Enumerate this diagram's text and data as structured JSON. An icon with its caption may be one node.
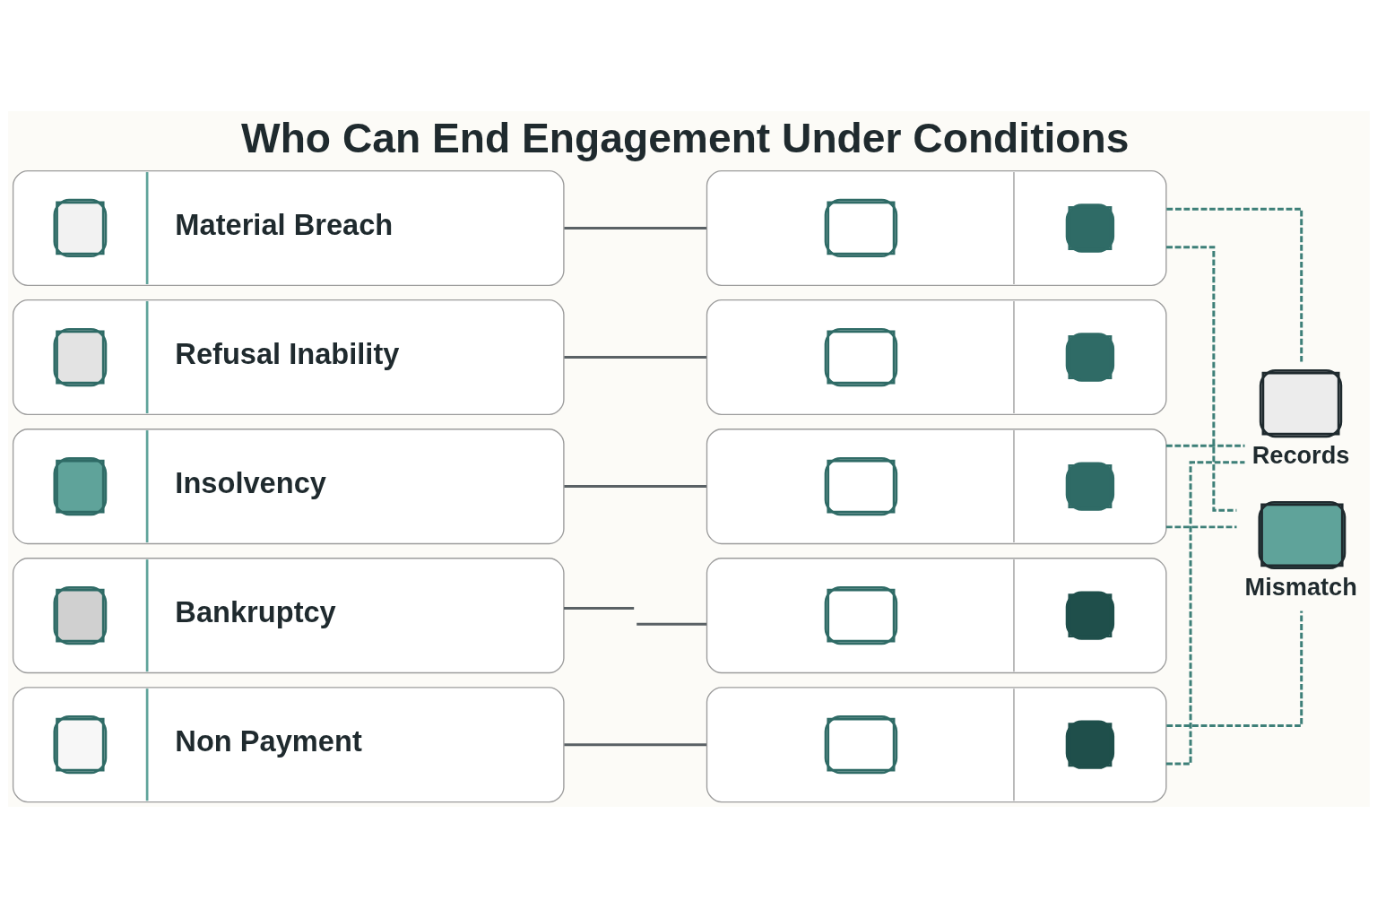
{
  "diagram": {
    "title": "Who Can End Engagement Under Conditions",
    "nodes": [
      {
        "text": [
          "Material Breach"
        ]
      },
      {
        "text": [
          "Refusal Inability"
        ]
      },
      {
        "text": [
          "Insolvency"
        ]
      },
      {
        "text": [
          "Bankruptcy"
        ]
      },
      {
        "text": [
          "Non Payment"
        ]
      },
      {
        "text": [],
        "shape": "box"
      },
      {
        "text": [],
        "shape": "box"
      },
      {
        "text": [],
        "shape": "box"
      },
      {
        "text": [],
        "shape": "box"
      },
      {
        "text": [],
        "shape": "box"
      },
      {
        "text": [
          "Records"
        ]
      },
      {
        "text": [
          "Mismatch"
        ]
      }
    ],
    "edges": [
      {
        "from": 0,
        "to": 5,
        "arrow": "none"
      },
      {
        "from": 1,
        "to": 6,
        "arrow": "none"
      },
      {
        "from": 2,
        "to": 7,
        "arrow": "none"
      },
      {
        "from": 3,
        "to": null,
        "arrow": "none"
      },
      {
        "from": null,
        "to": 8,
        "arrow": "none"
      },
      {
        "from": 4,
        "to": 9,
        "arrow": "none"
      },
      {
        "from": 5,
        "to": 10,
        "arrow": "none",
        "style": "dashed",
        "color": "#3d7f78"
      },
      {
        "from": 5,
        "to": 11,
        "arrow": "none",
        "style": "dashed",
        "color": "#3d7f78"
      },
      {
        "from": 7,
        "to": 10,
        "arrow": "none",
        "style": "dashed",
        "color": "#3d7f78"
      },
      {
        "from": 7,
        "to": 11,
        "arrow": "none",
        "style": "dashed",
        "color": "#3d7f78"
      },
      {
        "from": 9,
        "to": 10,
        "arrow": "none",
        "style": "dashed",
        "color": "#3d7f78"
      },
      {
        "from": 9,
        "to": 11,
        "arrow": "none",
        "style": "dashed",
        "color": "#3d7f78"
      }
    ]
  }
}
